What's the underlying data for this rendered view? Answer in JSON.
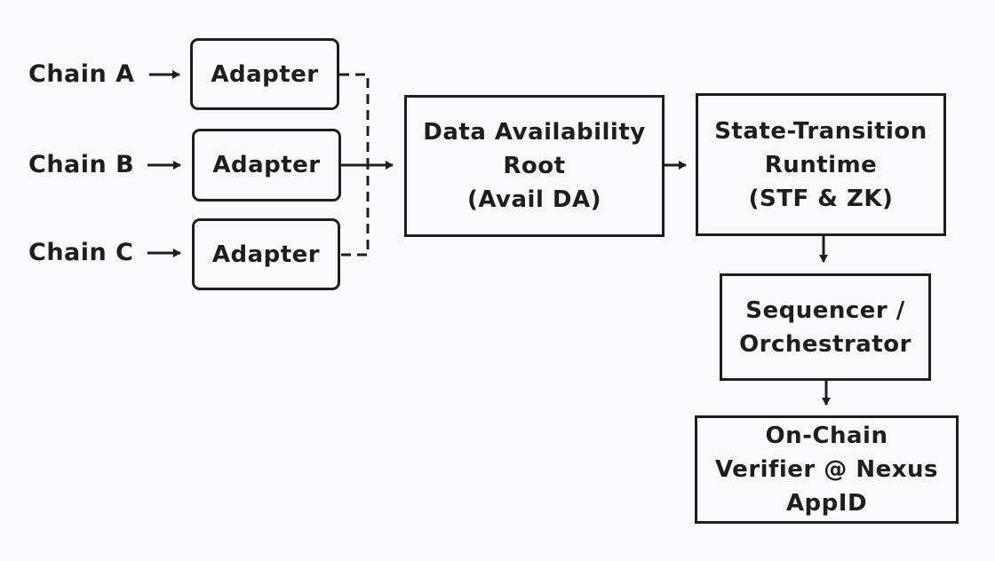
{
  "diagram": {
    "chains": [
      "Chain A",
      "Chain B",
      "Chain C"
    ],
    "adapter_label": "Adapter",
    "nodes": {
      "da_root": "Data Availability\nRoot\n(Avail DA)",
      "stf_runtime": "State-Transition\nRuntime\n(STF & ZK)",
      "sequencer": "Sequencer /\nOrchestrator",
      "verifier": "On-Chain\nVerifier @ Nexus\nAppID"
    },
    "colors": {
      "stroke": "#1e1e1e",
      "background": "#f9f9fb"
    }
  }
}
